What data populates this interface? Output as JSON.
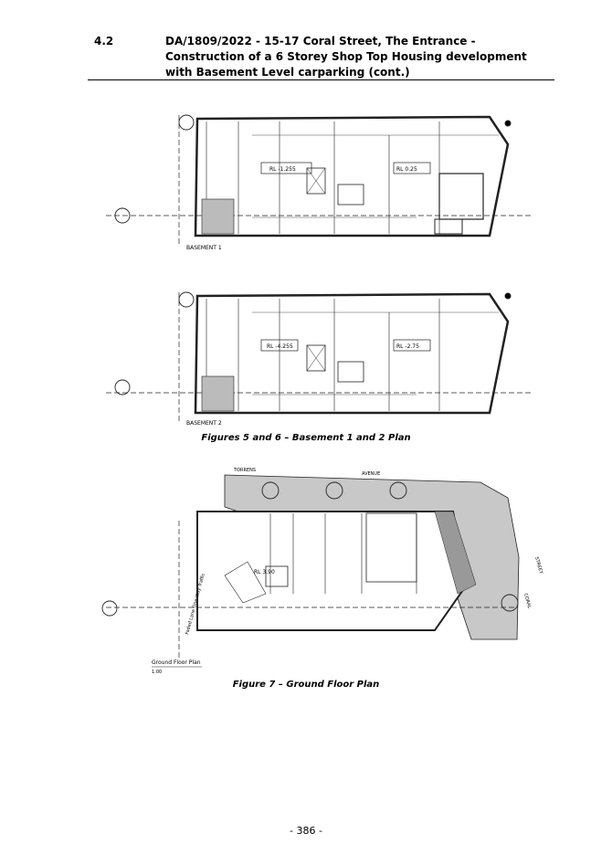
{
  "header": {
    "item_number": "4.2",
    "title": "DA/1809/2022 - 15-17 Coral Street, The Entrance - Construction of a 6 Storey Shop Top Housing development with Basement Level carparking (cont.)"
  },
  "figures": {
    "basement1": {
      "label": "BASEMENT 1",
      "rl_left": "RL -1.255",
      "rl_right": "RL 0.25"
    },
    "basement2": {
      "label": "BASEMENT 2",
      "rl_left": "RL -4.255",
      "rl_right": "RL -2.75"
    },
    "caption_5_6": "Figures 5 and 6 – Basement 1 and 2 Plan",
    "ground": {
      "street_torrens": "TORRENS",
      "street_avenue": "AVENUE",
      "street_coral": "CORAL",
      "street_street": "STREET",
      "laneway": "Faded Lane One Way Traffic",
      "rl": "RL 3.90",
      "plan_label": "Ground Floor Plan",
      "scale": "1:00"
    },
    "caption_7": "Figure 7 – Ground Floor Plan"
  },
  "footer": {
    "page_number": "- 386 -"
  }
}
